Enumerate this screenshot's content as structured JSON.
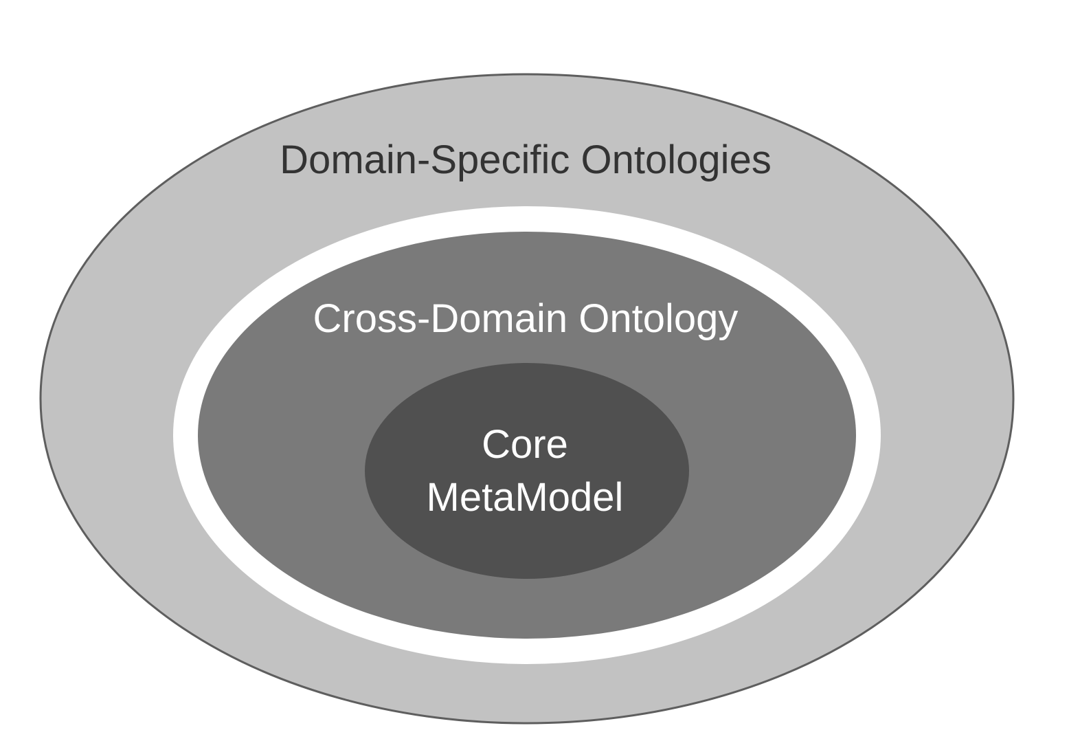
{
  "diagram": {
    "layers": [
      {
        "id": "domain-specific",
        "label": "Domain-Specific Ontologies",
        "fill": "#c2c2c2",
        "stroke": "#5e5e5e",
        "text_color": "#333333"
      },
      {
        "id": "cross-domain",
        "label": "Cross-Domain Ontology",
        "fill": "#7a7a7a",
        "ring_color": "#ffffff",
        "text_color": "#ffffff"
      },
      {
        "id": "core",
        "label_line1": "Core",
        "label_line2": "MetaModel",
        "fill": "#505050",
        "text_color": "#ffffff"
      }
    ]
  }
}
